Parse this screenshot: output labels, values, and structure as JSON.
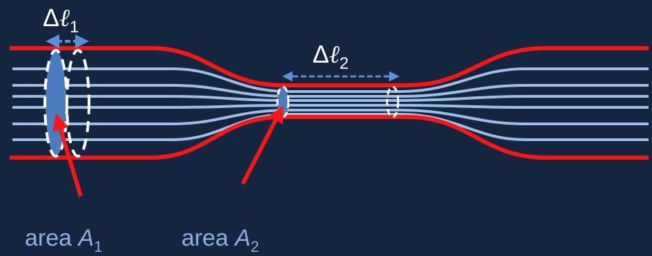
{
  "labels": {
    "delta_1": {
      "symbol": "Δ",
      "letter": "ℓ",
      "subscript": "1"
    },
    "delta_2": {
      "symbol": "Δ",
      "letter": "ℓ",
      "subscript": "2"
    },
    "area_1": {
      "word": "area ",
      "variable": "A",
      "subscript": "1"
    },
    "area_2": {
      "word": "area ",
      "variable": "A",
      "subscript": "2"
    }
  },
  "colors": {
    "background": "#13253f",
    "pipe_wall": "#ff1414",
    "streamline": "#9cbde6",
    "cross_section_fill": "#4a7cc0",
    "dashed_outline": "#ffffff",
    "measure_arrow": "#5b8fd6",
    "pointer_arrow": "#ff1414",
    "area_label": "#8eb0e0"
  }
}
